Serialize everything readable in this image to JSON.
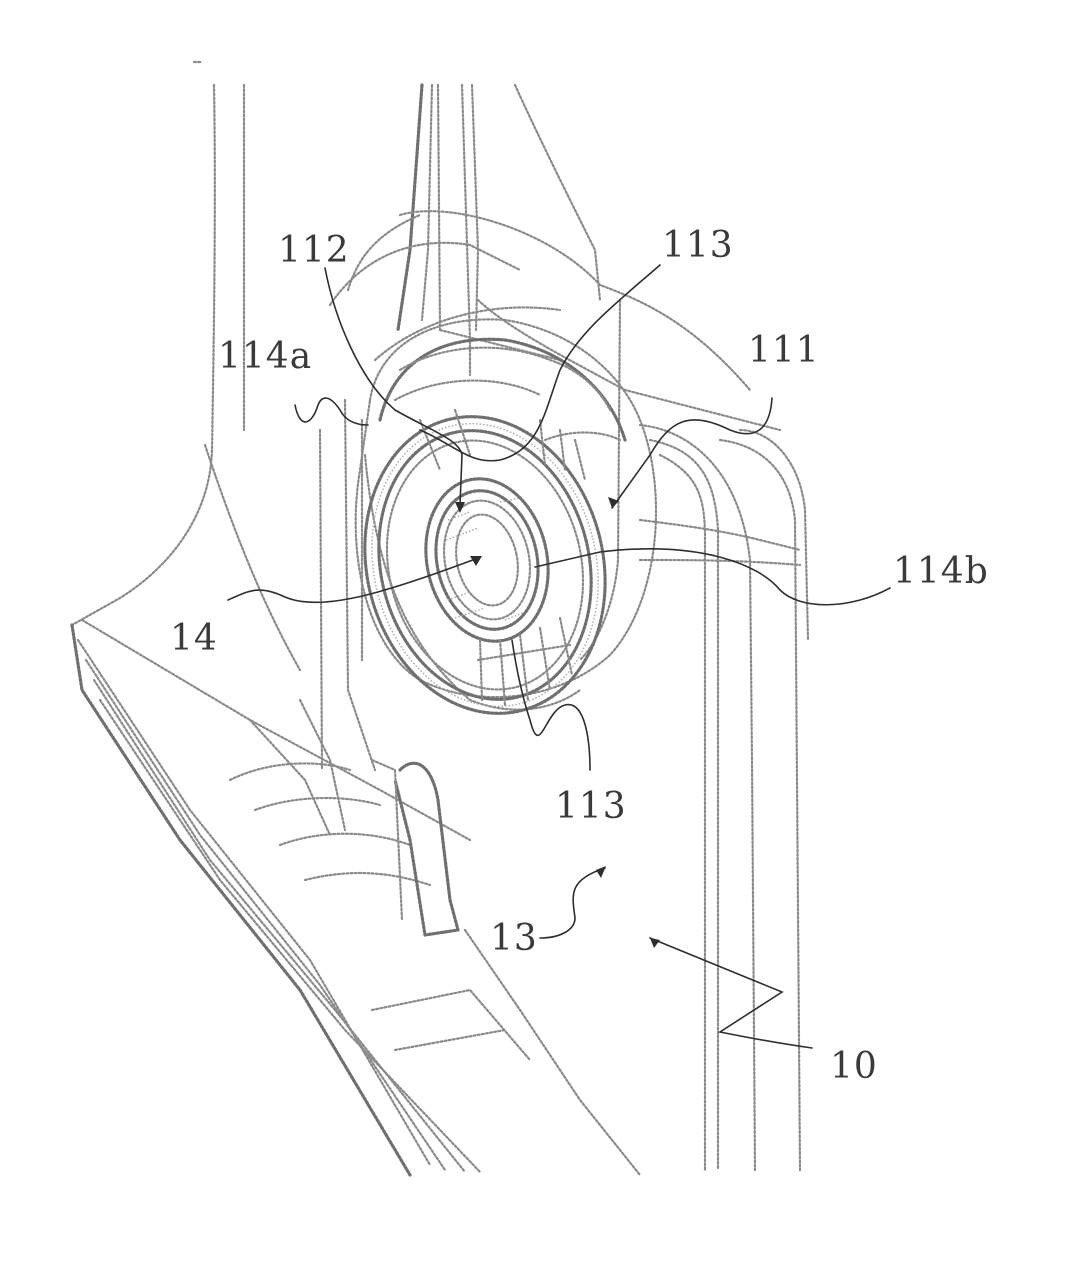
{
  "figure": {
    "labels": {
      "l112": "112",
      "l113_top": "113",
      "l111": "111",
      "l114a": "114a",
      "l114b": "114b",
      "l14": "14",
      "l113_bottom": "113",
      "l13": "13",
      "l10": "10"
    },
    "colors": {
      "line": "#8a8a8a",
      "text": "#3a3a3a",
      "background": "#ffffff"
    }
  }
}
